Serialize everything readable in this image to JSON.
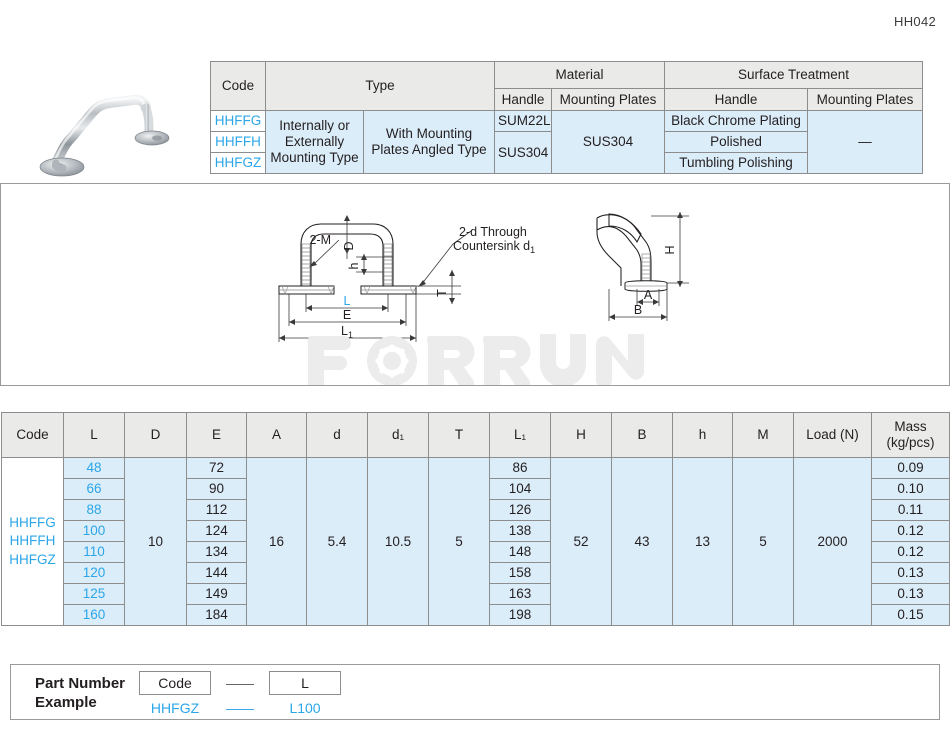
{
  "doc_code": "HH042",
  "watermark": "FORRUN",
  "photo": {
    "alt_name": "stainless-steel-pull-handle-photo"
  },
  "spec_table": {
    "headers": {
      "code": "Code",
      "type": "Type",
      "material": "Material",
      "surface_treatment": "Surface Treatment",
      "material_handle": "Handle",
      "material_plates": "Mounting Plates",
      "surface_handle": "Handle",
      "surface_plates": "Mounting Plates"
    },
    "codes": [
      "HHFFG",
      "HHFFH",
      "HHFGZ"
    ],
    "type_1": "Internally or Externally Mounting Type",
    "type_2": "With Mounting Plates Angled Type",
    "handle_material_1": "SUM22L",
    "handle_material_2": "SUS304",
    "plates_material": "SUS304",
    "surface_handle_values": [
      "Black Chrome Plating",
      "Polished",
      "Tumbling Polishing"
    ],
    "surface_plates_value": "—"
  },
  "drawing": {
    "labels": {
      "two_m": "2-M",
      "d": "D",
      "h_small": "h",
      "t": "T",
      "l": "L",
      "e": "E",
      "l1": "L₁",
      "through_line1": "2-d Through",
      "through_line2": "Countersink d₁",
      "big_h": "H",
      "a": "A",
      "b": "B"
    }
  },
  "dim_table": {
    "headers": [
      "Code",
      "L",
      "D",
      "E",
      "A",
      "d",
      "d₁",
      "T",
      "L₁",
      "H",
      "B",
      "h",
      "M",
      "Load (N)",
      "Mass (kg/pcs)"
    ],
    "mass_header_line1": "Mass",
    "mass_header_line2": "(kg/pcs)",
    "codes": [
      "HHFFG",
      "HHFFH",
      "HHFGZ"
    ],
    "L": [
      "48",
      "66",
      "88",
      "100",
      "110",
      "120",
      "125",
      "160"
    ],
    "E": [
      "72",
      "90",
      "112",
      "124",
      "134",
      "144",
      "149",
      "184"
    ],
    "L1": [
      "86",
      "104",
      "126",
      "138",
      "148",
      "158",
      "163",
      "198"
    ],
    "Mass": [
      "0.09",
      "0.10",
      "0.11",
      "0.12",
      "0.12",
      "0.13",
      "0.13",
      "0.15"
    ],
    "D": "10",
    "A": "16",
    "d": "5.4",
    "d1": "10.5",
    "T": "5",
    "H": "52",
    "B": "43",
    "h": "13",
    "M": "5",
    "Load": "2000"
  },
  "part_number": {
    "title": "Part Number\nExample",
    "chip_code_label": "Code",
    "chip_l_label": "L",
    "dash": "——",
    "value_code": "HHFGZ",
    "value_dash": "——",
    "value_l": "L100"
  },
  "colors": {
    "accent_blue": "#2ba6e8",
    "header_gray": "#eaeae8",
    "cell_blue": "#dcedfa",
    "border_gray": "#8d8d8d"
  }
}
